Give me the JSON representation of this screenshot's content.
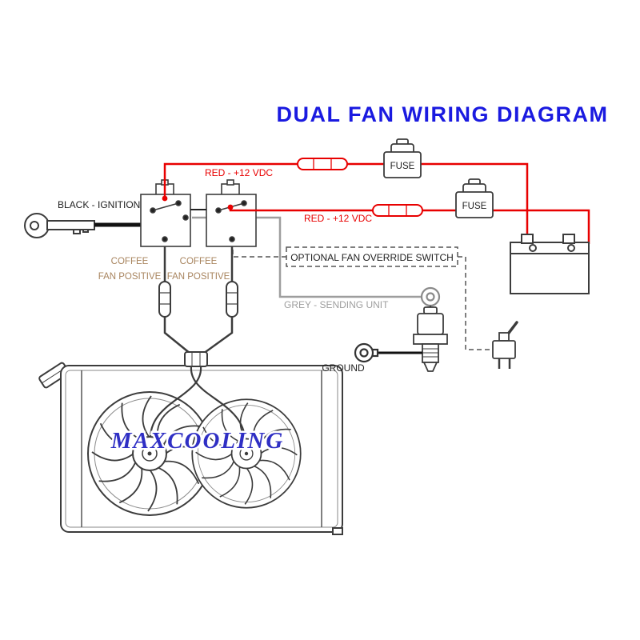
{
  "diagram": {
    "title": "DUAL FAN WIRING DIAGRAM",
    "brand": "MAXCOOLING",
    "labels": {
      "red_top": "RED - +12 VDC",
      "red_mid": "RED - +12 VDC",
      "fuse_1": "FUSE",
      "fuse_2": "FUSE",
      "black_ignition": "BLACK - IGNITION",
      "coffee_1_l1": "COFFEE",
      "coffee_1_l2": "FAN POSITIVE",
      "coffee_2_l1": "COFFEE",
      "coffee_2_l2": "FAN POSITIVE",
      "override_switch": "OPTIONAL FAN OVERRIDE SWITCH",
      "grey_sending": "GREY - SENDING UNIT",
      "ground": "GROUND"
    }
  },
  "colors": {
    "title-blue": "#1a1ae0",
    "brand-blue": "#2f2fc4",
    "wire-red": "#e80000",
    "wire-grey": "#9e9e9e",
    "wire-black": "#111111",
    "coffee-text": "#a8845e",
    "line-dark": "#3c3c3c"
  }
}
